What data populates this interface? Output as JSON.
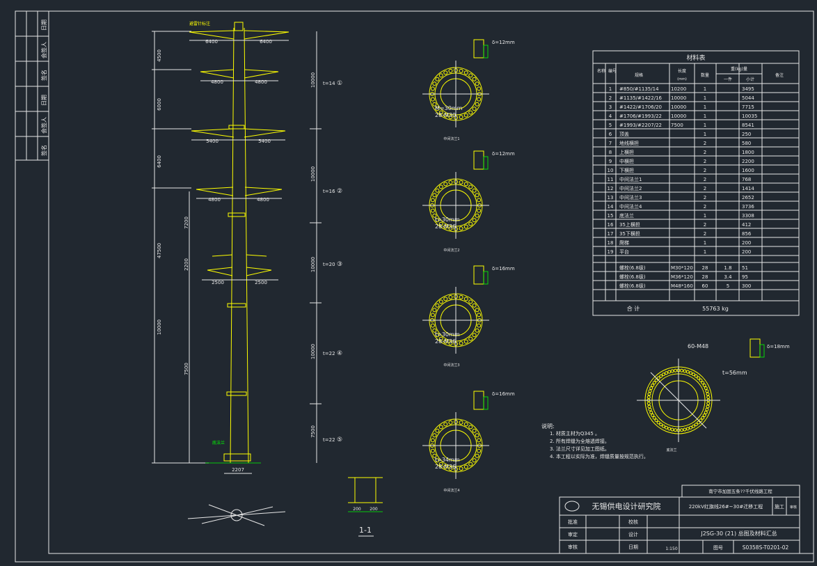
{
  "side_strip": {
    "labels": [
      "日期",
      "会签人",
      "签名",
      "日期",
      "会签人",
      "签名"
    ]
  },
  "materials_table": {
    "title": "材料表",
    "headers": {
      "col_name": "名称",
      "col_no": "编号",
      "col_spec": "规格",
      "col_length": "长度",
      "col_length_unit": "(mm)",
      "col_qty": "数量",
      "col_weight": "重(kg)量",
      "col_weight_one": "一件",
      "col_weight_sub": "小计",
      "col_remark": "备注"
    },
    "rows": [
      {
        "no": "1",
        "spec": "#850/#1135/14",
        "len": "10200",
        "qty": "1",
        "one": "",
        "sub": "3495"
      },
      {
        "no": "2",
        "spec": "#1135/#1422/16",
        "len": "10000",
        "qty": "1",
        "one": "",
        "sub": "5044"
      },
      {
        "no": "3",
        "spec": "#1422/#1706/20",
        "len": "10000",
        "qty": "1",
        "one": "",
        "sub": "7715"
      },
      {
        "no": "4",
        "spec": "#1706/#1993/22",
        "len": "10000",
        "qty": "1",
        "one": "",
        "sub": "10035"
      },
      {
        "no": "5",
        "spec": "#1993/#2207/22",
        "len": "7500",
        "qty": "1",
        "one": "",
        "sub": "8541"
      },
      {
        "no": "6",
        "spec": "顶盖",
        "len": "",
        "qty": "1",
        "one": "",
        "sub": "250"
      },
      {
        "no": "7",
        "spec": "地线横担",
        "len": "",
        "qty": "2",
        "one": "",
        "sub": "580"
      },
      {
        "no": "8",
        "spec": "上横担",
        "len": "",
        "qty": "2",
        "one": "",
        "sub": "1800"
      },
      {
        "no": "9",
        "spec": "中横担",
        "len": "",
        "qty": "2",
        "one": "",
        "sub": "2200"
      },
      {
        "no": "10",
        "spec": "下横担",
        "len": "",
        "qty": "2",
        "one": "",
        "sub": "1600"
      },
      {
        "no": "11",
        "spec": "中间法兰1",
        "len": "",
        "qty": "2",
        "one": "",
        "sub": "768"
      },
      {
        "no": "12",
        "spec": "中间法兰2",
        "len": "",
        "qty": "2",
        "one": "",
        "sub": "1414"
      },
      {
        "no": "13",
        "spec": "中间法兰3",
        "len": "",
        "qty": "2",
        "one": "",
        "sub": "2652"
      },
      {
        "no": "14",
        "spec": "中间法兰4",
        "len": "",
        "qty": "2",
        "one": "",
        "sub": "3736"
      },
      {
        "no": "15",
        "spec": "底法兰",
        "len": "",
        "qty": "1",
        "one": "",
        "sub": "3308"
      },
      {
        "no": "16",
        "spec": "35上横担",
        "len": "",
        "qty": "2",
        "one": "",
        "sub": "412"
      },
      {
        "no": "17",
        "spec": "35下横担",
        "len": "",
        "qty": "2",
        "one": "",
        "sub": "856"
      },
      {
        "no": "18",
        "spec": "爬梯",
        "len": "",
        "qty": "1",
        "one": "",
        "sub": "200"
      },
      {
        "no": "19",
        "spec": "平台",
        "len": "",
        "qty": "1",
        "one": "",
        "sub": "200"
      }
    ],
    "bolt_rows": [
      {
        "spec": "螺栓(6.8级)",
        "len": "M30*120",
        "qty": "28",
        "one": "1.8",
        "sub": "51"
      },
      {
        "spec": "螺栓(6.8级)",
        "len": "M36*120",
        "qty": "28",
        "one": "3.4",
        "sub": "95"
      },
      {
        "spec": "螺栓(6.8级)",
        "len": "M48*160",
        "qty": "60",
        "one": "5",
        "sub": "300"
      }
    ],
    "total_label": "合    计",
    "total_value": "55763 kg"
  },
  "notes": {
    "heading": "说明:",
    "items": [
      "1. 材质主材为Q345 。",
      "2. 所有焊缝为全熔透焊接。",
      "3. 法兰尺寸详见加工图纸。",
      "4. 本工程以实际为准，焊缝质量按规范执行。"
    ]
  },
  "title_block": {
    "project_header": "南宁市加固五条??千伏线路工程",
    "company": "无锡供电设计研究院",
    "project_name": "220kV红旗线26#~30#迁移工程",
    "stage": "施工",
    "check_label": "审核",
    "roles": [
      {
        "left": "批准",
        "mid": "校核"
      },
      {
        "left": "审定",
        "mid": "设计"
      },
      {
        "left": "审核",
        "mid": "日期"
      }
    ],
    "drawing_title": "J2SG-30 (21) 总图及材料汇总",
    "scale": "1:150",
    "sheet_label": "图号",
    "drawing_no": "S0358S-T0201-02"
  },
  "tower": {
    "top_label": "避雷针标注",
    "arm_widths": [
      "6400",
      "6400",
      "4800",
      "4800",
      "5400",
      "5400",
      "4800",
      "4800",
      "2500",
      "2500"
    ],
    "height_total": "47500",
    "segment_heights": [
      "4500",
      "6000",
      "6400",
      "7200",
      "2200",
      "10000",
      "7500"
    ],
    "right_dims": [
      "10000",
      "10000",
      "10000",
      "10000",
      "7500"
    ],
    "thickness_labels": [
      "t=14",
      "t=16",
      "t=20",
      "t=22",
      "t=22"
    ],
    "circled_marks": [
      "①",
      "②",
      "③",
      "④",
      "⑤"
    ],
    "base_dims": [
      "2207",
      "200",
      "200"
    ],
    "section_label": "1-1",
    "base_label": "底法兰"
  },
  "flanges": [
    {
      "weld": "δ=12mm",
      "note1": "M=30mm",
      "note2": "28-M30",
      "label": "中间法兰1"
    },
    {
      "weld": "δ=12mm",
      "note1": "t=30mm",
      "note2": "28-M36",
      "label": "中间法兰2"
    },
    {
      "weld": "δ=16mm",
      "note1": "t=30mm",
      "note2": "28-M36",
      "label": "中间法兰3"
    },
    {
      "weld": "δ=16mm",
      "note1": "t=34mm",
      "note2": "28-M36",
      "label": "中间法兰4"
    }
  ],
  "base_flange": {
    "weld": "δ=18mm",
    "note1": "60-M48",
    "note2": "t=56mm",
    "label": "底法兰"
  },
  "colors": {
    "background": "#212830",
    "line": "#e8e8e8",
    "tower": "#ffff00",
    "dimension": "#00ff00"
  }
}
